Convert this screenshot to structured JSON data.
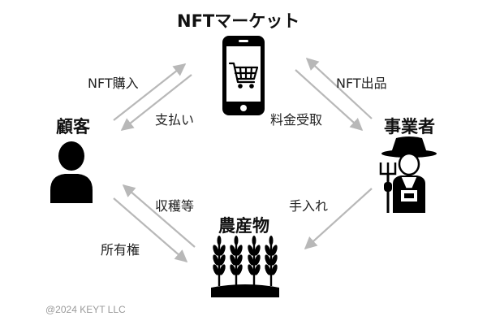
{
  "nodes": {
    "market": "NFTマーケット",
    "customer": "顧客",
    "business": "事業者",
    "produce": "農産物"
  },
  "edges": {
    "nft_purchase": "NFT購入",
    "payment": "支払い",
    "nft_listing": "NFT出品",
    "fee_receipt": "料金受取",
    "harvest": "収穫等",
    "ownership": "所有権",
    "care": "手入れ"
  },
  "footer": {
    "copyright": "@2024 KEYT LLC"
  },
  "colors": {
    "arrow": "#b8b8b8",
    "icon": "#000000"
  },
  "icons": {
    "market": "smartphone-cart-icon",
    "customer": "person-icon",
    "business": "farmer-icon",
    "produce": "wheat-icon"
  }
}
